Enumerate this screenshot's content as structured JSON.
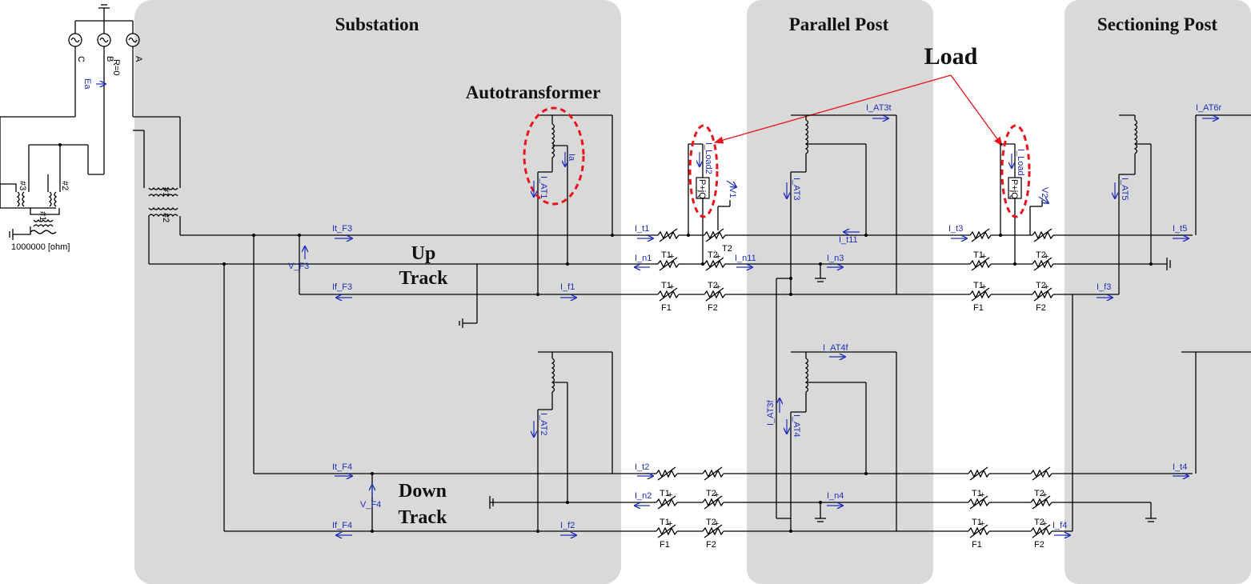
{
  "sections": {
    "substation": "Substation",
    "parallel_post": "Parallel Post",
    "sectioning_post": "Sectioning Post"
  },
  "annotations": {
    "load": "Load",
    "autotransformer": "Autotransformer",
    "up_track_1": "Up",
    "up_track_2": "Track",
    "down_track_1": "Down",
    "down_track_2": "Track"
  },
  "source": {
    "phase_a": "A",
    "phase_b": "B",
    "phase_c": "C",
    "resistance": "R=0",
    "ea": "Ea",
    "ground_res": "1000000 [ohm]",
    "t1_a": "#1",
    "t2_a": "#2",
    "t3_a": "#3",
    "t1_b": "#1",
    "t2_b": "#2",
    "t1_c": "#1"
  },
  "signals": {
    "It_F3": "It_F3",
    "If_F3": "If_F3",
    "V_F3": "V_F3",
    "It_F4": "It_F4",
    "If_F4": "If_F4",
    "V_F4": "V_F4",
    "Ia": "Ia",
    "I_AT1": "I_AT1",
    "I_AT2": "I_AT2",
    "I_t1": "I_t1",
    "I_n1": "I_n1",
    "I_f1": "I_f1",
    "I_t2": "I_t2",
    "I_n2": "I_n2",
    "I_f2": "I_f2",
    "I_Load2": "I_Load2",
    "V1": "V1",
    "I_n11": "I_n11",
    "I_AT3t": "I_AT3t",
    "I_AT3": "I_AT3",
    "I_t11": "I_t11",
    "I_n3": "I_n3",
    "I_AT4f": "I_AT4f",
    "I_AT3f": "I_AT3f",
    "I_AT4": "I_AT4",
    "I_n4": "I_n4",
    "I_t3": "I_t3",
    "I_Load": "I_Load",
    "V2": "V2",
    "I_AT6r": "I_AT6r",
    "I_AT5": "I_AT5",
    "I_t5": "I_t5",
    "I_f3": "I_f3",
    "I_t4": "I_t4",
    "I_f4": "I_f4",
    "PQ": "P+jQ"
  },
  "breakers": {
    "t1": "T1",
    "t2": "T2",
    "f1": "F1",
    "f2": "F2",
    "plus": "+"
  }
}
